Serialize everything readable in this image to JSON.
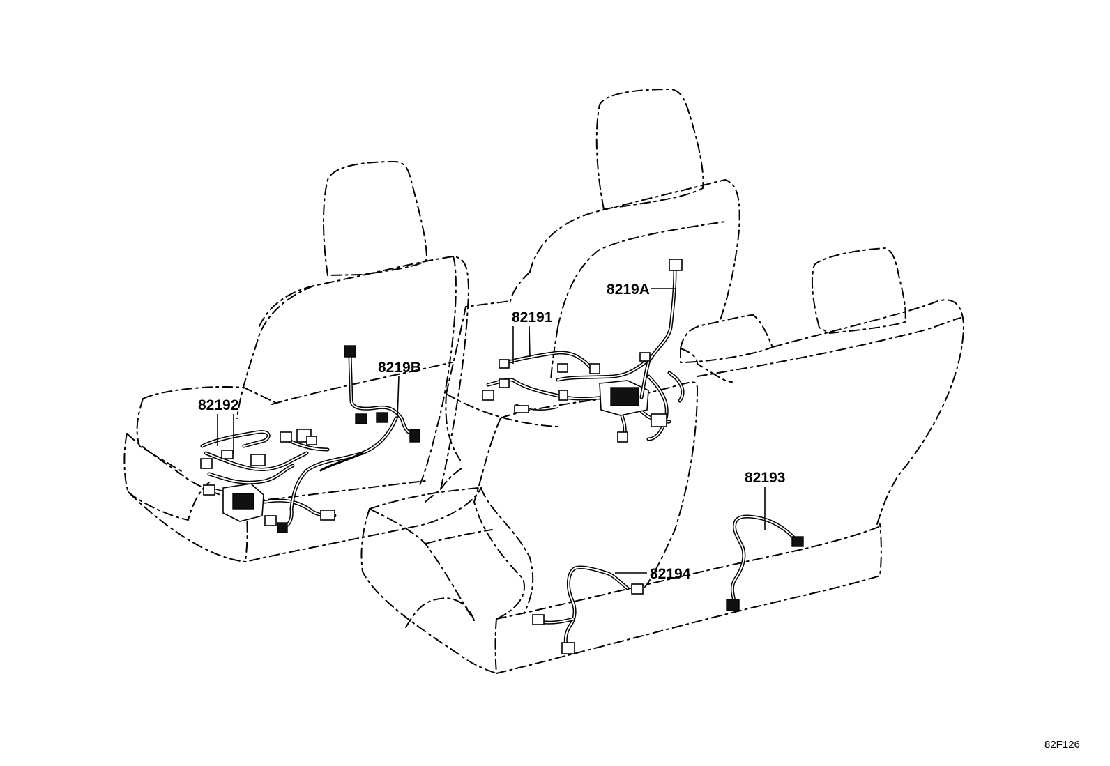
{
  "parts": [
    {
      "id": "82192",
      "label": "82192"
    },
    {
      "id": "8219B",
      "label": "8219B"
    },
    {
      "id": "82191",
      "label": "82191"
    },
    {
      "id": "8219A",
      "label": "8219A"
    },
    {
      "id": "82193",
      "label": "82193"
    },
    {
      "id": "82194",
      "label": "82194"
    }
  ],
  "figure_code": "82F126"
}
